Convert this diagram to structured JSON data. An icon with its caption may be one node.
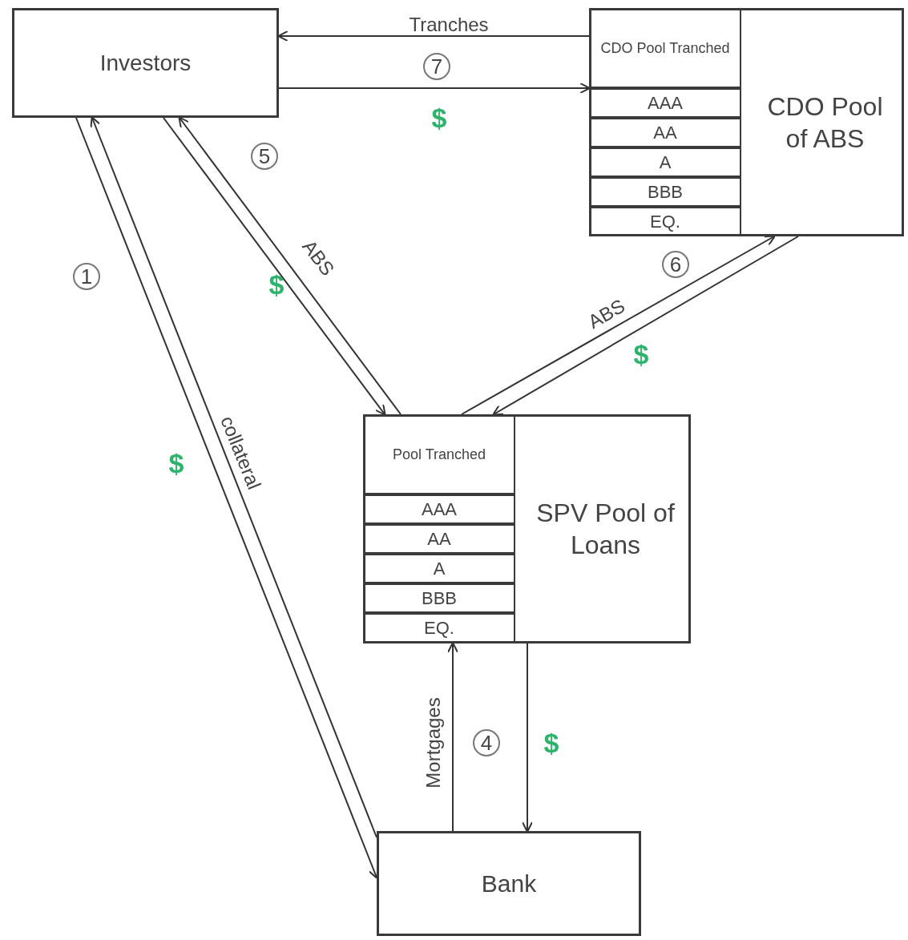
{
  "diagram": {
    "nodes": [
      {
        "text": [
          "Investors"
        ]
      },
      {
        "text": [
          "CDO Pool of ABS"
        ]
      },
      {
        "text": [
          "CDO Pool Tranched"
        ],
        "in": 1
      },
      {
        "text": [
          "AAA"
        ],
        "in": 1
      },
      {
        "text": [
          "AA"
        ],
        "in": 1
      },
      {
        "text": [
          "A"
        ],
        "in": 1
      },
      {
        "text": [
          "BBB"
        ],
        "in": 1
      },
      {
        "text": [
          "EQ."
        ],
        "in": 1
      },
      {
        "text": [
          "SPV Pool of Loans"
        ]
      },
      {
        "text": [
          "Pool Tranched"
        ],
        "in": 8
      },
      {
        "text": [
          "AAA"
        ],
        "in": 8
      },
      {
        "text": [
          "AA"
        ],
        "in": 8
      },
      {
        "text": [
          "A"
        ],
        "in": 8
      },
      {
        "text": [
          "BBB"
        ],
        "in": 8
      },
      {
        "text": [
          "EQ."
        ],
        "in": 8
      },
      {
        "text": [
          "Bank"
        ]
      }
    ],
    "edges": [
      {
        "from": 1,
        "to": 0,
        "arrow": "to",
        "label": "Tranches"
      },
      {
        "from": 0,
        "to": 1,
        "arrow": "to"
      },
      {
        "from": 8,
        "to": 0,
        "arrow": "to",
        "label": "ABS"
      },
      {
        "from": 0,
        "to": 8,
        "arrow": "to"
      },
      {
        "from": 8,
        "to": 1,
        "arrow": "to",
        "label": "ABS"
      },
      {
        "from": 1,
        "to": 8,
        "arrow": "to"
      },
      {
        "from": 15,
        "to": 0,
        "arrow": "to",
        "label": "collateral"
      },
      {
        "from": 0,
        "to": 15,
        "arrow": "to"
      },
      {
        "from": 15,
        "to": 8,
        "arrow": "to",
        "label": "Mortgages"
      },
      {
        "from": 8,
        "to": 15,
        "arrow": "to"
      }
    ],
    "labels": [
      "7",
      "$",
      "5",
      "6",
      "1",
      "$",
      "$",
      "$",
      "4",
      "$"
    ]
  }
}
